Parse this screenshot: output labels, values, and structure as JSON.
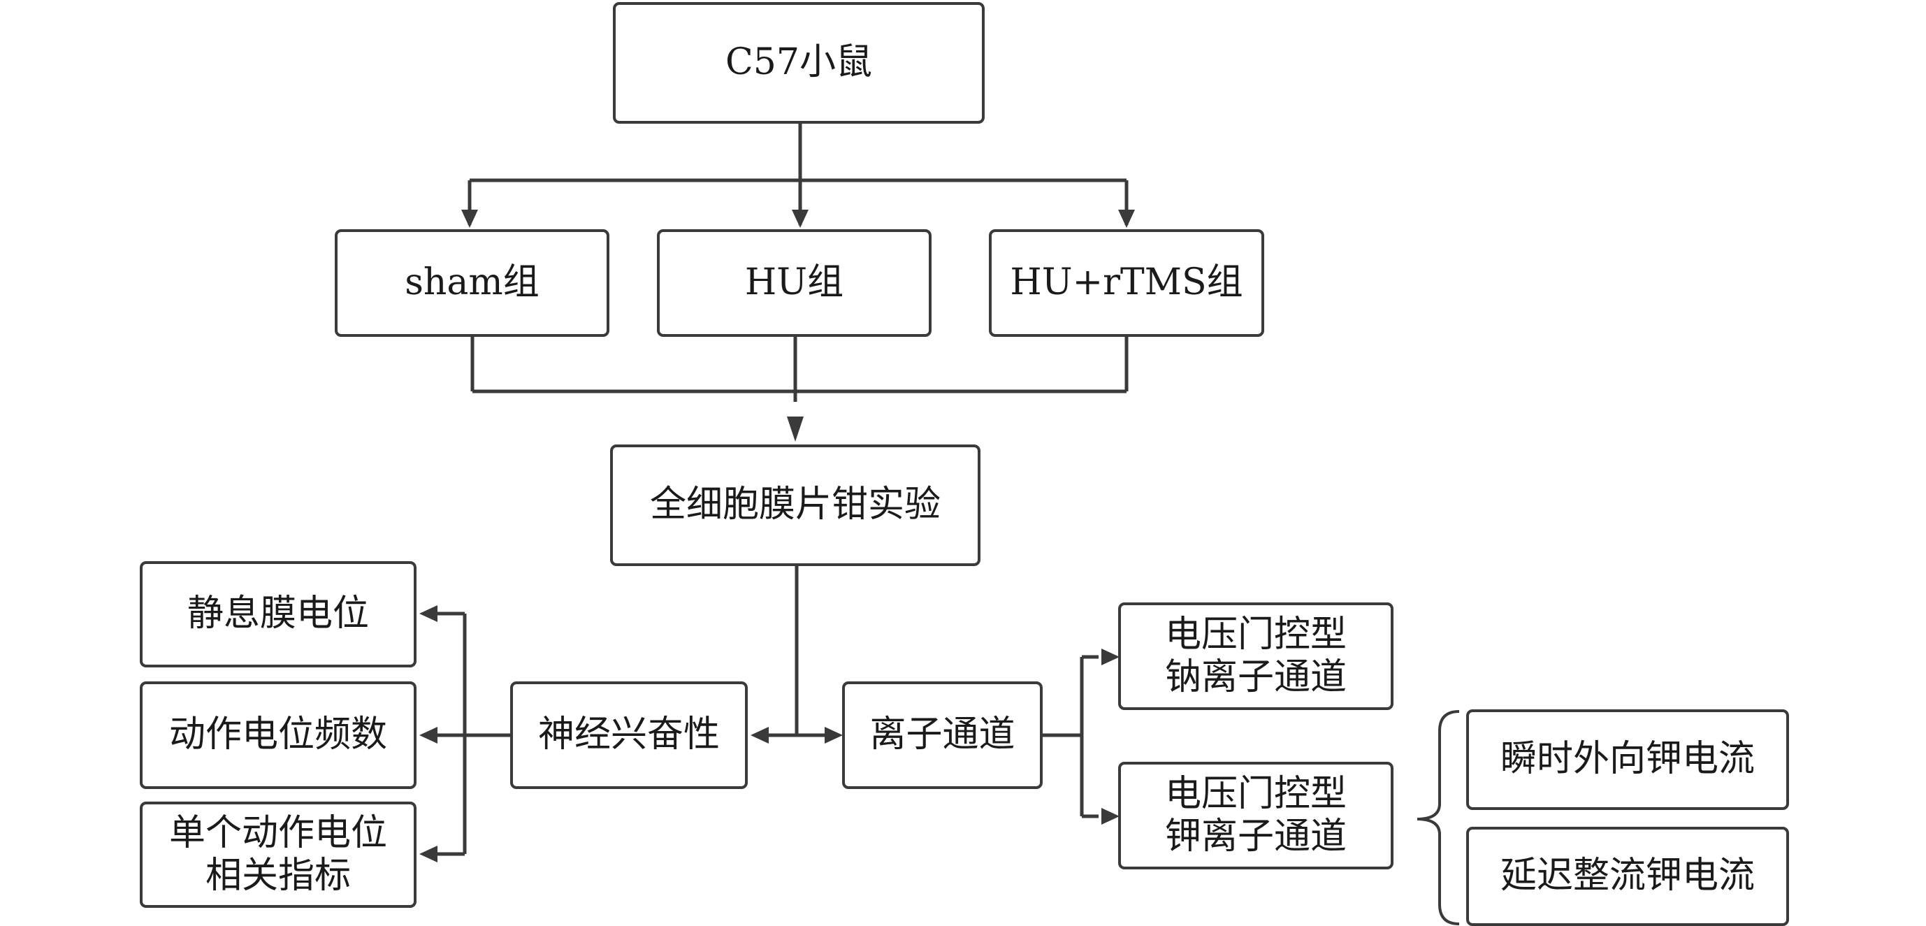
{
  "nodes": {
    "root": "C57小鼠",
    "sham": "sham组",
    "hu": "HU组",
    "hu_rtms": "HU+rTMS组",
    "patch": "全细胞膜片钳实验",
    "excitability": "神经兴奋性",
    "resting": "静息膜电位",
    "ap_freq": "动作电位频数",
    "single_ap": [
      "单个动作电位",
      "相关指标"
    ],
    "ion_channel": "离子通道",
    "na_channel": [
      "电压门控型",
      "钠离子通道"
    ],
    "k_channel": [
      "电压门控型",
      "钾离子通道"
    ],
    "transient_k": "瞬时外向钾电流",
    "delayed_k": "延迟整流钾电流"
  },
  "colors": {
    "line": "#3a3a3a",
    "text": "#1a1a1a",
    "background": "#ffffff"
  }
}
